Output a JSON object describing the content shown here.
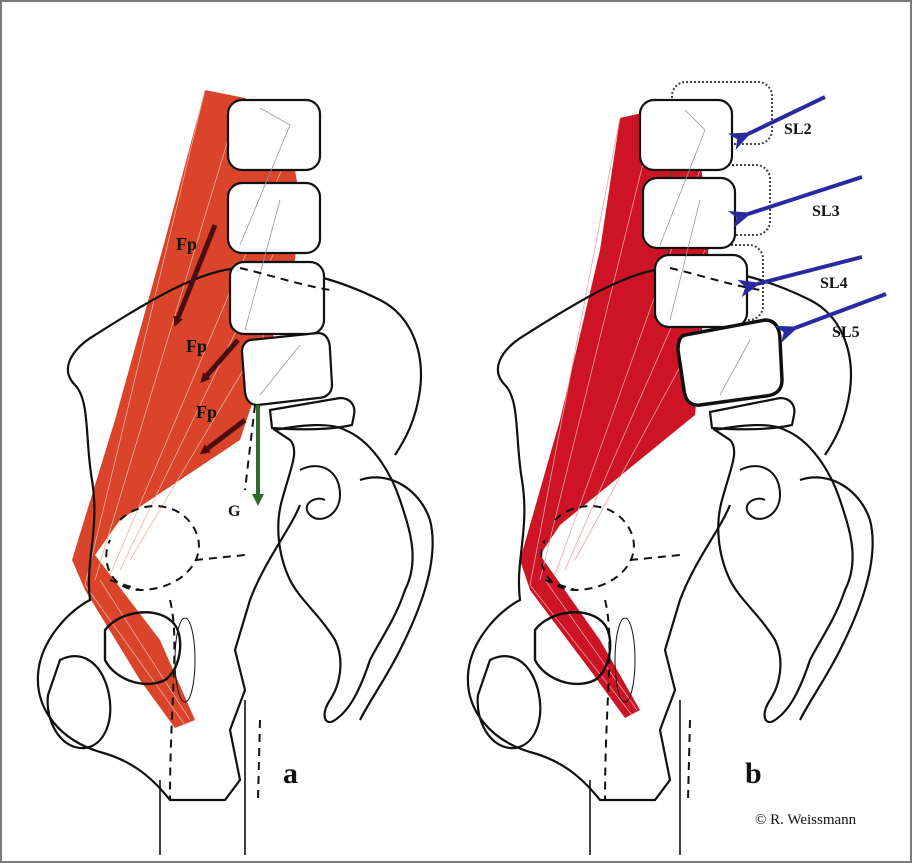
{
  "colors": {
    "muscle_a": "#d9442a",
    "muscle_b": "#cc1424",
    "force_arrow": "#4a0e10",
    "gravity_arrow": "#2e6a30",
    "shear_arrow": "#2a2aa0",
    "outline": "#111111",
    "border": "#7a7a7a"
  },
  "panel_a": {
    "letter": "a",
    "force_labels": [
      "Fp",
      "Fp",
      "Fp"
    ],
    "gravity_label": "G"
  },
  "panel_b": {
    "letter": "b",
    "shear_labels": [
      "SL2",
      "SL3",
      "SL4",
      "SL5"
    ]
  },
  "copyright": "© R. Weissmann"
}
